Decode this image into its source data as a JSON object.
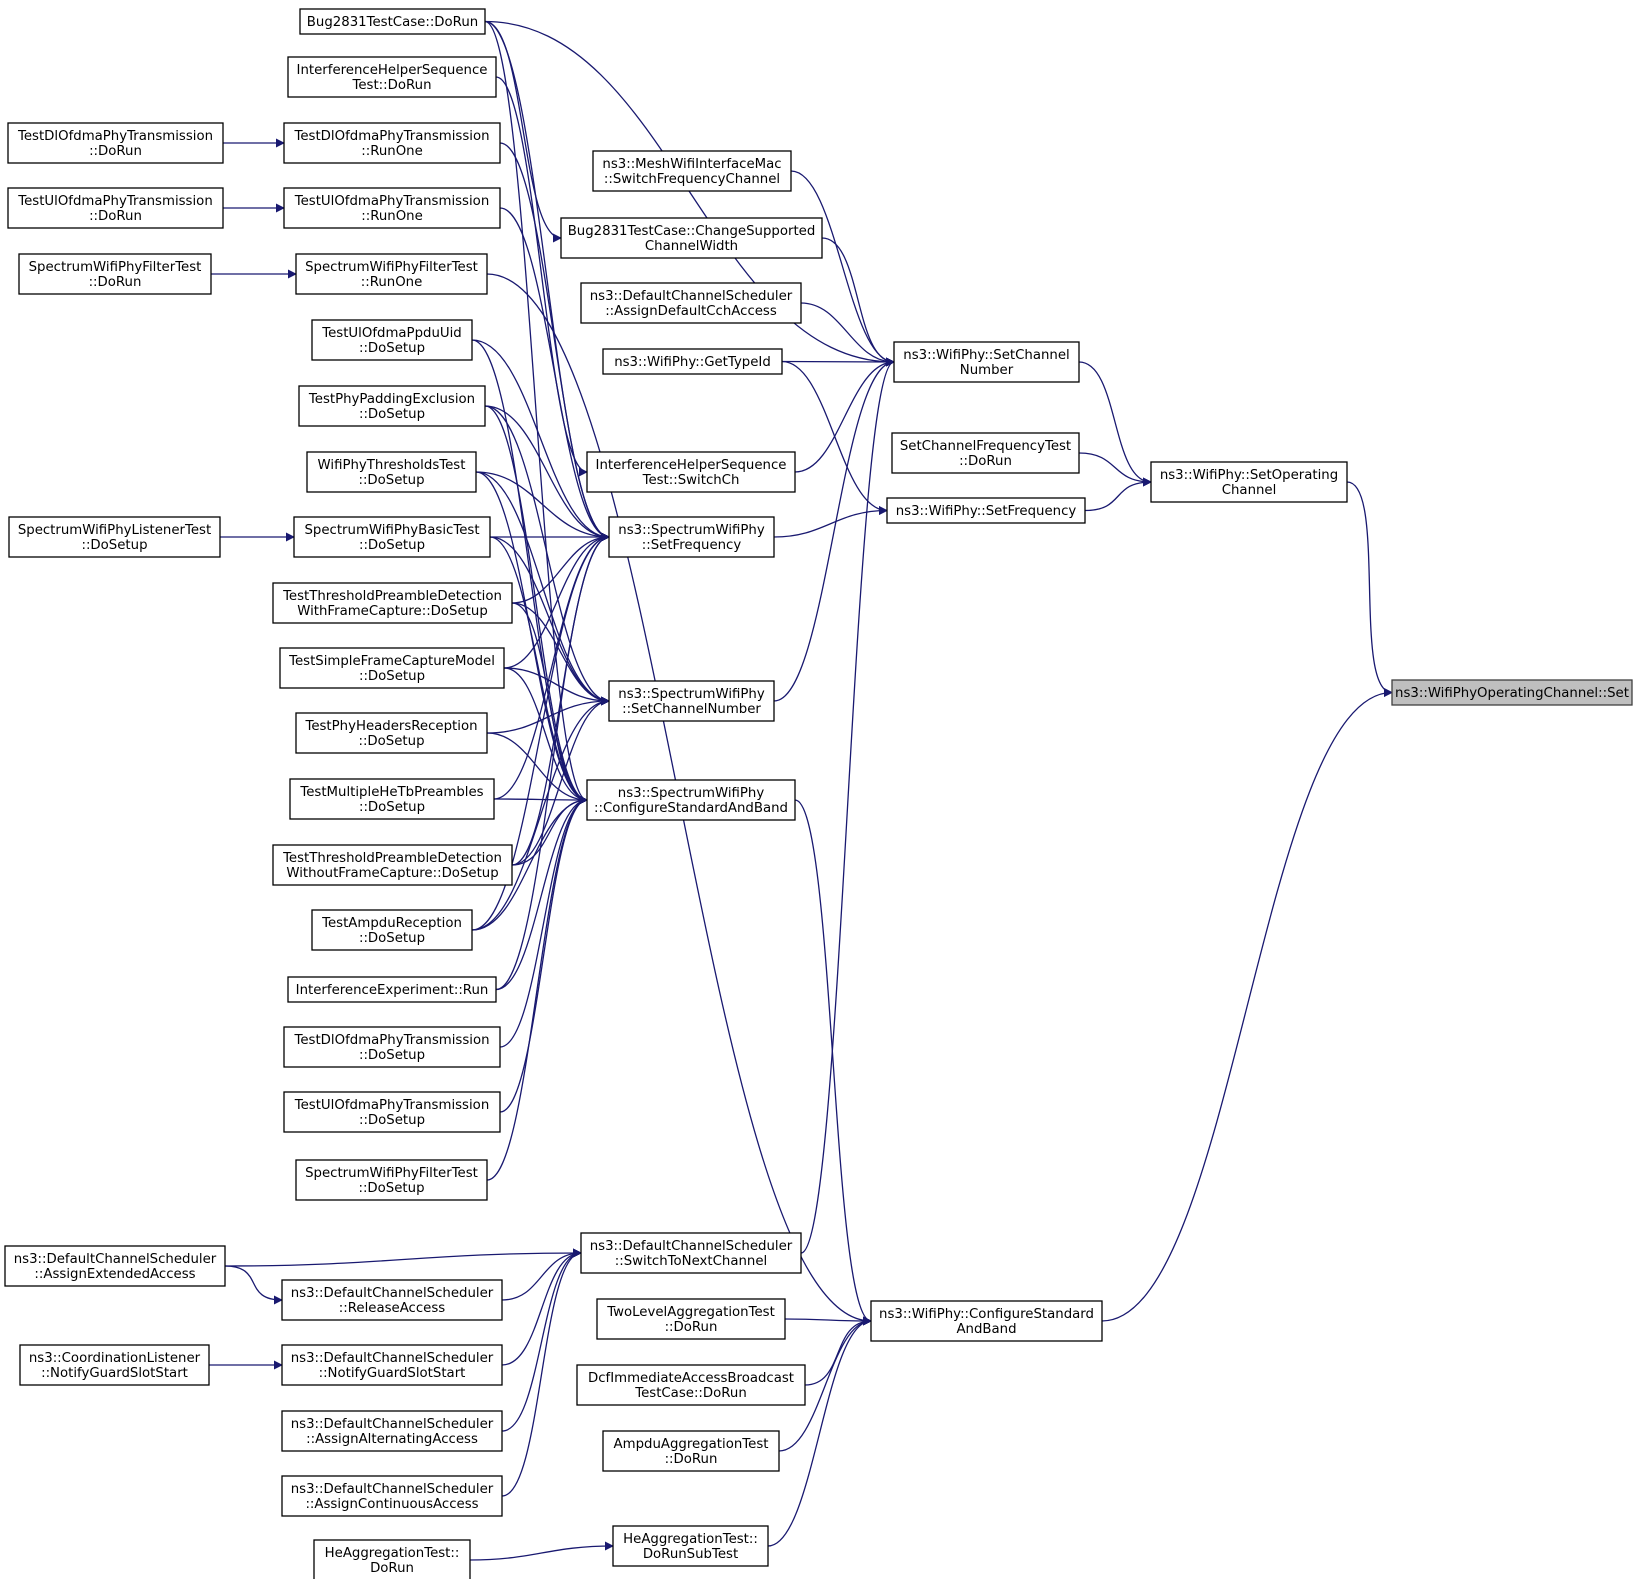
{
  "colors": {
    "edge": "#191970",
    "node_border": "#000000",
    "root_fill": "#bfbfbf",
    "background": "#ffffff"
  },
  "nodes": [
    {
      "id": "root",
      "lines": [
        "ns3::WifiPhyOperatingChannel::Set"
      ],
      "root": true
    },
    {
      "id": "setop",
      "lines": [
        "ns3::WifiPhy::SetOperating",
        "Channel"
      ]
    },
    {
      "id": "cfgsb",
      "lines": [
        "ns3::WifiPhy::ConfigureStandard",
        "AndBand"
      ]
    },
    {
      "id": "setch",
      "lines": [
        "ns3::WifiPhy::SetChannel",
        "Number"
      ]
    },
    {
      "id": "setchfreqtest",
      "lines": [
        "SetChannelFrequencyTest",
        "::DoRun"
      ]
    },
    {
      "id": "setfreq",
      "lines": [
        "ns3::WifiPhy::SetFrequency"
      ]
    },
    {
      "id": "mesh",
      "lines": [
        "ns3::MeshWifiInterfaceMac",
        "::SwitchFrequencyChannel"
      ]
    },
    {
      "id": "bugcw",
      "lines": [
        "Bug2831TestCase::ChangeSupported",
        "ChannelWidth"
      ]
    },
    {
      "id": "defcch",
      "lines": [
        "ns3::DefaultChannelScheduler",
        "::AssignDefaultCchAccess"
      ]
    },
    {
      "id": "gettype",
      "lines": [
        "ns3::WifiPhy::GetTypeId"
      ]
    },
    {
      "id": "ihsw",
      "lines": [
        "InterferenceHelperSequence",
        "Test::SwitchCh"
      ]
    },
    {
      "id": "ssetfreq",
      "lines": [
        "ns3::SpectrumWifiPhy",
        "::SetFrequency"
      ]
    },
    {
      "id": "ssetch",
      "lines": [
        "ns3::SpectrumWifiPhy",
        "::SetChannelNumber"
      ]
    },
    {
      "id": "scfg",
      "lines": [
        "ns3::SpectrumWifiPhy",
        "::ConfigureStandardAndBand"
      ]
    },
    {
      "id": "switchnext",
      "lines": [
        "ns3::DefaultChannelScheduler",
        "::SwitchToNextChannel"
      ]
    },
    {
      "id": "twolevel",
      "lines": [
        "TwoLevelAggregationTest",
        "::DoRun"
      ]
    },
    {
      "id": "dcfimm",
      "lines": [
        "DcfImmediateAccessBroadcast",
        "TestCase::DoRun"
      ]
    },
    {
      "id": "ampduagg",
      "lines": [
        "AmpduAggregationTest",
        "::DoRun"
      ]
    },
    {
      "id": "hesub",
      "lines": [
        "HeAggregationTest::",
        "DoRunSubTest"
      ]
    },
    {
      "id": "hedorun",
      "lines": [
        "HeAggregationTest::",
        "DoRun"
      ]
    },
    {
      "id": "bugrun",
      "lines": [
        "Bug2831TestCase::DoRun"
      ]
    },
    {
      "id": "ihsrun",
      "lines": [
        "InterferenceHelperSequence",
        "Test::DoRun"
      ]
    },
    {
      "id": "dlrunone",
      "lines": [
        "TestDlOfdmaPhyTransmission",
        "::RunOne"
      ]
    },
    {
      "id": "ulrunone",
      "lines": [
        "TestUlOfdmaPhyTransmission",
        "::RunOne"
      ]
    },
    {
      "id": "filtrunone",
      "lines": [
        "SpectrumWifiPhyFilterTest",
        "::RunOne"
      ]
    },
    {
      "id": "ppdu",
      "lines": [
        "TestUlOfdmaPpduUid",
        "::DoSetup"
      ]
    },
    {
      "id": "padding",
      "lines": [
        "TestPhyPaddingExclusion",
        "::DoSetup"
      ]
    },
    {
      "id": "thresh",
      "lines": [
        "WifiPhyThresholdsTest",
        "::DoSetup"
      ]
    },
    {
      "id": "basic",
      "lines": [
        "SpectrumWifiPhyBasicTest",
        "::DoSetup"
      ]
    },
    {
      "id": "tpdwith",
      "lines": [
        "TestThresholdPreambleDetection",
        "WithFrameCapture::DoSetup"
      ]
    },
    {
      "id": "simplefc",
      "lines": [
        "TestSimpleFrameCaptureModel",
        "::DoSetup"
      ]
    },
    {
      "id": "headers",
      "lines": [
        "TestPhyHeadersReception",
        "::DoSetup"
      ]
    },
    {
      "id": "multihe",
      "lines": [
        "TestMultipleHeTbPreambles",
        "::DoSetup"
      ]
    },
    {
      "id": "tpdwithout",
      "lines": [
        "TestThresholdPreambleDetection",
        "WithoutFrameCapture::DoSetup"
      ]
    },
    {
      "id": "ampdurec",
      "lines": [
        "TestAmpduReception",
        "::DoSetup"
      ]
    },
    {
      "id": "iexp",
      "lines": [
        "InterferenceExperiment::Run"
      ]
    },
    {
      "id": "dlsetup",
      "lines": [
        "TestDlOfdmaPhyTransmission",
        "::DoSetup"
      ]
    },
    {
      "id": "ulsetup",
      "lines": [
        "TestUlOfdmaPhyTransmission",
        "::DoSetup"
      ]
    },
    {
      "id": "filtsetup",
      "lines": [
        "SpectrumWifiPhyFilterTest",
        "::DoSetup"
      ]
    },
    {
      "id": "dlrun",
      "lines": [
        "TestDlOfdmaPhyTransmission",
        "::DoRun"
      ]
    },
    {
      "id": "ulrun",
      "lines": [
        "TestUlOfdmaPhyTransmission",
        "::DoRun"
      ]
    },
    {
      "id": "filtrun",
      "lines": [
        "SpectrumWifiPhyFilterTest",
        "::DoRun"
      ]
    },
    {
      "id": "listener",
      "lines": [
        "SpectrumWifiPhyListenerTest",
        "::DoSetup"
      ]
    },
    {
      "id": "assignext",
      "lines": [
        "ns3::DefaultChannelScheduler",
        "::AssignExtendedAccess"
      ]
    },
    {
      "id": "release",
      "lines": [
        "ns3::DefaultChannelScheduler",
        "::ReleaseAccess"
      ]
    },
    {
      "id": "notifygs",
      "lines": [
        "ns3::DefaultChannelScheduler",
        "::NotifyGuardSlotStart"
      ]
    },
    {
      "id": "assignalt",
      "lines": [
        "ns3::DefaultChannelScheduler",
        "::AssignAlternatingAccess"
      ]
    },
    {
      "id": "assigncont",
      "lines": [
        "ns3::DefaultChannelScheduler",
        "::AssignContinuousAccess"
      ]
    },
    {
      "id": "coordgs",
      "lines": [
        "ns3::CoordinationListener",
        "::NotifyGuardSlotStart"
      ]
    }
  ],
  "edges": [
    [
      "setop",
      "root"
    ],
    [
      "cfgsb",
      "root"
    ],
    [
      "setch",
      "setop"
    ],
    [
      "setchfreqtest",
      "setop"
    ],
    [
      "setfreq",
      "setop"
    ],
    [
      "mesh",
      "setch"
    ],
    [
      "bugcw",
      "setch"
    ],
    [
      "defcch",
      "setch"
    ],
    [
      "gettype",
      "setch"
    ],
    [
      "ihsw",
      "setch"
    ],
    [
      "ssetch",
      "setch"
    ],
    [
      "switchnext",
      "setch"
    ],
    [
      "bugrun",
      "setch"
    ],
    [
      "gettype",
      "setfreq"
    ],
    [
      "ssetfreq",
      "setfreq"
    ],
    [
      "scfg",
      "cfgsb"
    ],
    [
      "twolevel",
      "cfgsb"
    ],
    [
      "dcfimm",
      "cfgsb"
    ],
    [
      "ampduagg",
      "cfgsb"
    ],
    [
      "hesub",
      "cfgsb"
    ],
    [
      "filtrunone",
      "cfgsb"
    ],
    [
      "hedorun",
      "hesub"
    ],
    [
      "bugrun",
      "bugcw"
    ],
    [
      "ihsrun",
      "ihsw"
    ],
    [
      "dlrun",
      "dlrunone"
    ],
    [
      "ulrun",
      "ulrunone"
    ],
    [
      "filtrun",
      "filtrunone"
    ],
    [
      "listener",
      "basic"
    ],
    [
      "ppdu",
      "ssetfreq"
    ],
    [
      "padding",
      "ssetfreq"
    ],
    [
      "thresh",
      "ssetfreq"
    ],
    [
      "basic",
      "ssetfreq"
    ],
    [
      "tpdwith",
      "ssetfreq"
    ],
    [
      "simplefc",
      "ssetfreq"
    ],
    [
      "multihe",
      "ssetfreq"
    ],
    [
      "tpdwithout",
      "ssetfreq"
    ],
    [
      "ampdurec",
      "ssetfreq"
    ],
    [
      "iexp",
      "ssetfreq"
    ],
    [
      "bugrun",
      "ssetfreq"
    ],
    [
      "dlrunone",
      "ssetfreq"
    ],
    [
      "ulrunone",
      "ssetfreq"
    ],
    [
      "thresh",
      "ssetch"
    ],
    [
      "basic",
      "ssetch"
    ],
    [
      "tpdwith",
      "ssetch"
    ],
    [
      "simplefc",
      "ssetch"
    ],
    [
      "headers",
      "ssetch"
    ],
    [
      "tpdwithout",
      "ssetch"
    ],
    [
      "ampdurec",
      "ssetch"
    ],
    [
      "padding",
      "ssetch"
    ],
    [
      "ppdu",
      "scfg"
    ],
    [
      "padding",
      "scfg"
    ],
    [
      "thresh",
      "scfg"
    ],
    [
      "basic",
      "scfg"
    ],
    [
      "tpdwith",
      "scfg"
    ],
    [
      "simplefc",
      "scfg"
    ],
    [
      "headers",
      "scfg"
    ],
    [
      "multihe",
      "scfg"
    ],
    [
      "tpdwithout",
      "scfg"
    ],
    [
      "ampdurec",
      "scfg"
    ],
    [
      "iexp",
      "scfg"
    ],
    [
      "dlsetup",
      "scfg"
    ],
    [
      "ulsetup",
      "scfg"
    ],
    [
      "filtsetup",
      "scfg"
    ],
    [
      "bugrun",
      "scfg"
    ],
    [
      "assignext",
      "switchnext"
    ],
    [
      "release",
      "switchnext"
    ],
    [
      "notifygs",
      "switchnext"
    ],
    [
      "assignalt",
      "switchnext"
    ],
    [
      "assigncont",
      "switchnext"
    ],
    [
      "assignext",
      "release"
    ],
    [
      "coordgs",
      "notifygs"
    ]
  ]
}
